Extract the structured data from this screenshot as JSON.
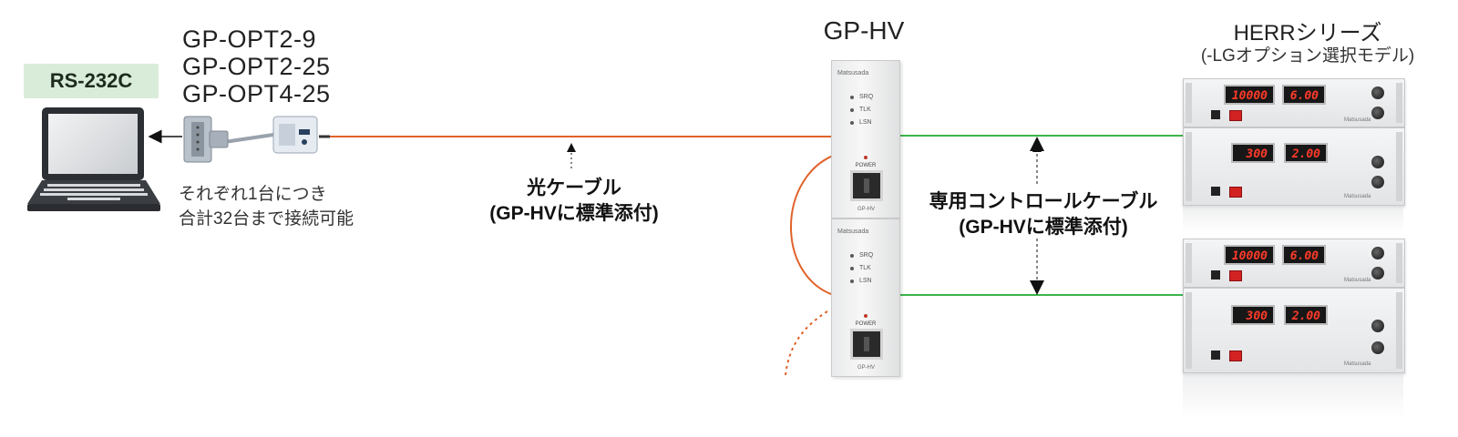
{
  "pc": {
    "interface_badge": "RS-232C",
    "note_line1": "それぞれ1台につき",
    "note_line2": "合計32台まで接続可能"
  },
  "converter_models": [
    "GP-OPT2-9",
    "GP-OPT2-25",
    "GP-OPT4-25"
  ],
  "optical_cable": {
    "label_line1": "光ケーブル",
    "label_line2": "(GP-HVに標準添付)",
    "color": "#e0622a"
  },
  "gphv": {
    "title": "GP-HV",
    "brand": "Matsusada",
    "leds": [
      "SRQ",
      "TLK",
      "LSN"
    ],
    "power_label": "POWER",
    "model_label": "GP-HV"
  },
  "dedicated_cable": {
    "label_line1": "専用コントロールケーブル",
    "label_line2": "(GP-HVに標準添付)",
    "color": "#3cb54a"
  },
  "herr": {
    "title": "HERRシリーズ",
    "subtitle": "(-LGオプション選択モデル)",
    "brand": "Matsusada",
    "units": [
      {
        "voltage": "10000",
        "current": "6.00"
      },
      {
        "voltage": "300",
        "current": "2.00"
      },
      {
        "voltage": "10000",
        "current": "6.00"
      },
      {
        "voltage": "300",
        "current": "2.00"
      }
    ]
  },
  "colors": {
    "badge_bg": "#d9ecd9",
    "display_text": "#ff3b2a"
  }
}
